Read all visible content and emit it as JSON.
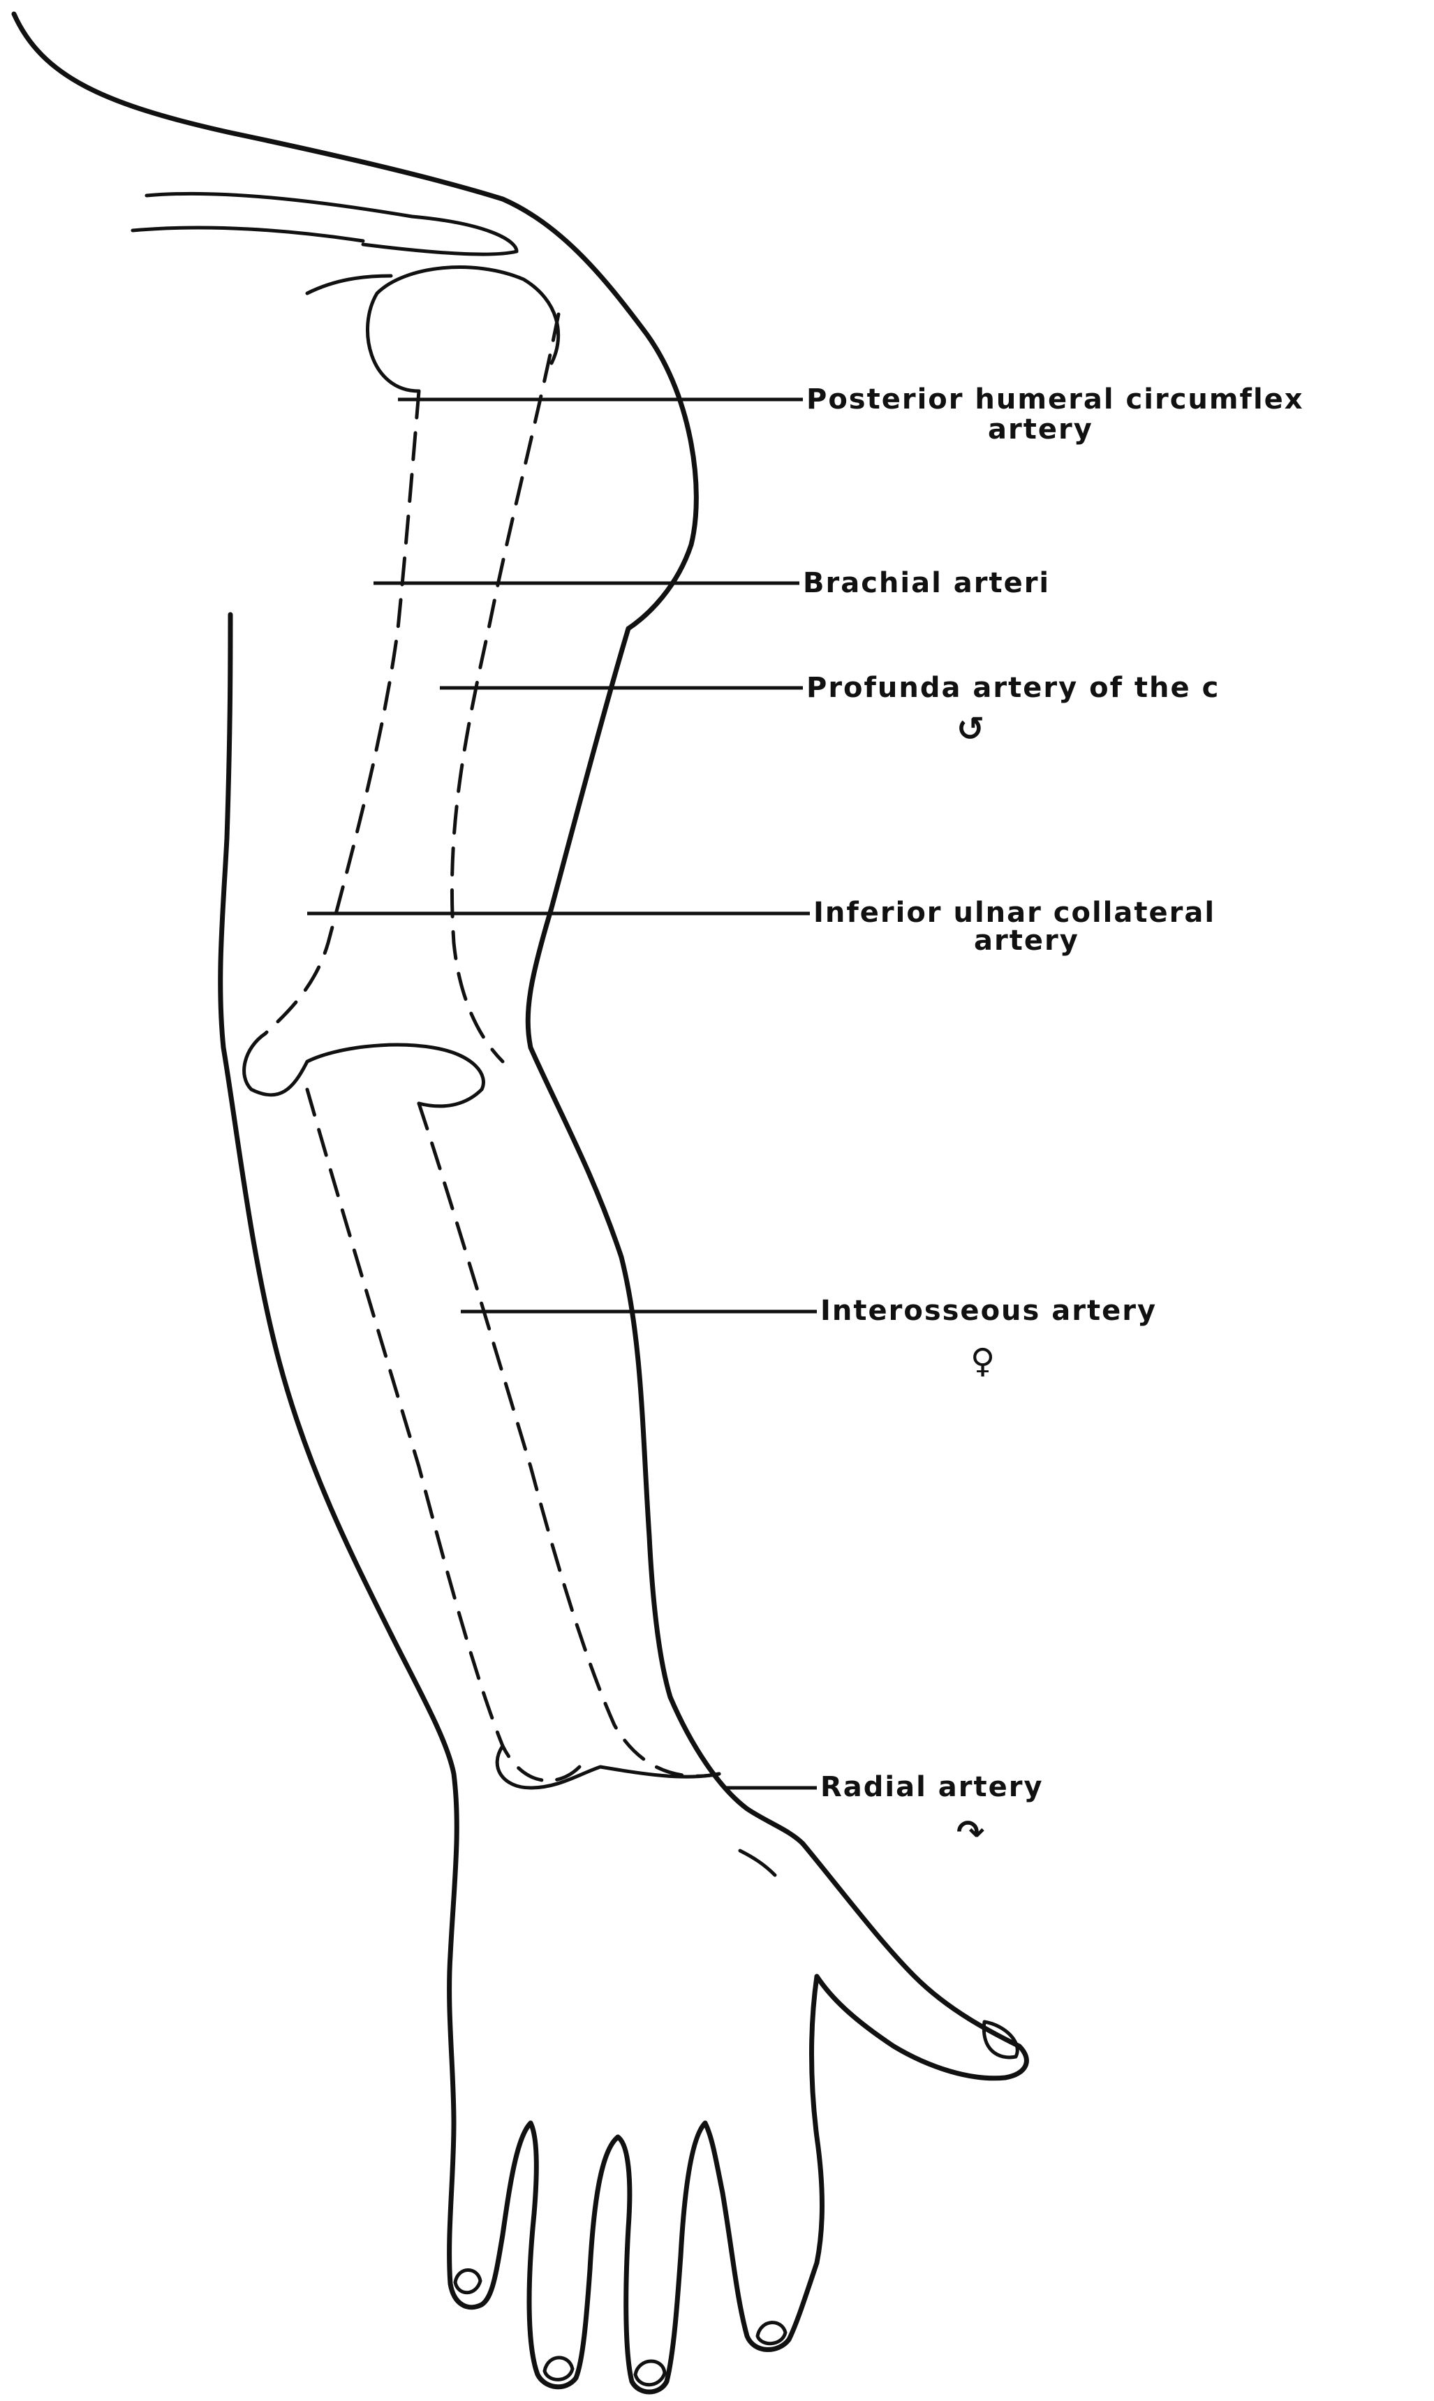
{
  "labels": {
    "posterior_humeral_line1": "Posterior humeral circumflex",
    "posterior_humeral_line2": "artery",
    "brachial": "Brachial arteri",
    "profunda": "Profunda artery of the c",
    "profunda_mark": "↺",
    "inferior_ulnar_line1": "Inferior ulnar collateral",
    "inferior_ulnar_line2": "artery",
    "interosseous": "Interosseous artery",
    "interosseous_mark": "♀",
    "radial": "Radial artery",
    "radial_mark": "↷"
  },
  "colors": {
    "ink": "#111111",
    "paper": "#ffffff"
  }
}
